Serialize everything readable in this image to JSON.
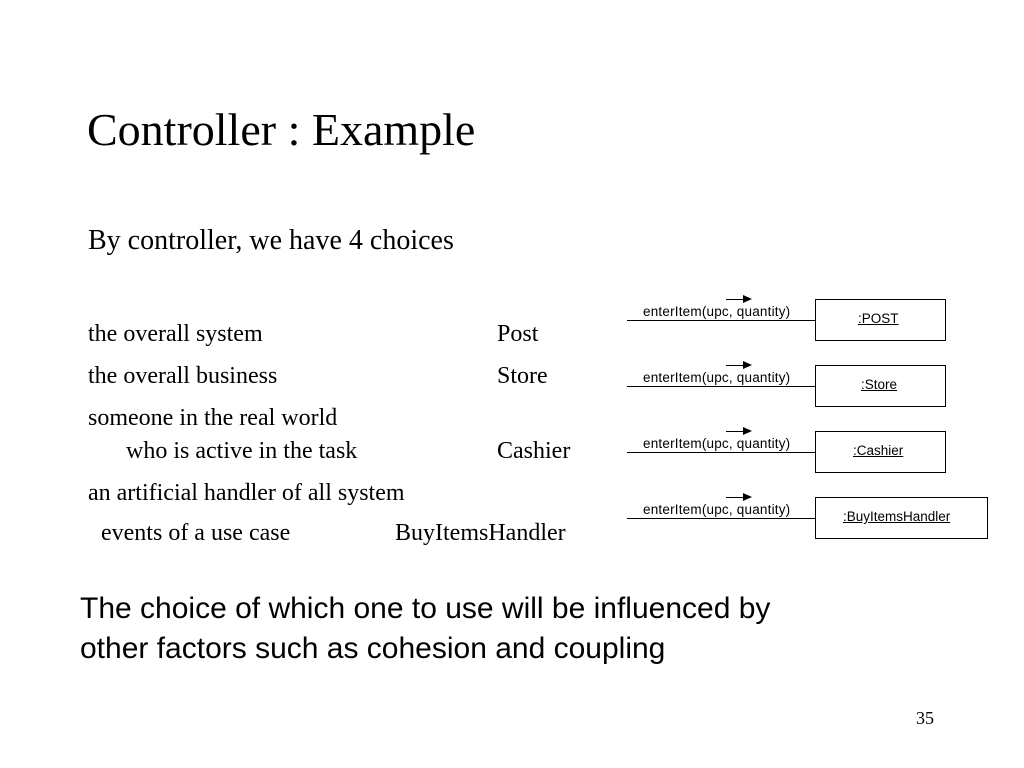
{
  "slide": {
    "title": "Controller : Example",
    "subtitle": "By controller, we have 4 choices",
    "choices": [
      {
        "description": "the overall system",
        "controller": "Post"
      },
      {
        "description": "the overall business",
        "controller": "Store"
      },
      {
        "description_line1": "someone in the real world",
        "description_line2": "who is active in the task",
        "controller": "Cashier"
      },
      {
        "description_line1": "an artificial handler of all system",
        "description_line2": "events of a use case",
        "controller": "BuyItemsHandler"
      }
    ],
    "diagram": {
      "message": "enterItem(upc, quantity)",
      "objects": [
        ":POST",
        ":Store",
        ":Cashier",
        ":BuyItemsHandler"
      ]
    },
    "note_line1": "The choice of which one to use will be influenced by",
    "note_line2": "other factors such as cohesion and coupling",
    "page_number": "35"
  }
}
